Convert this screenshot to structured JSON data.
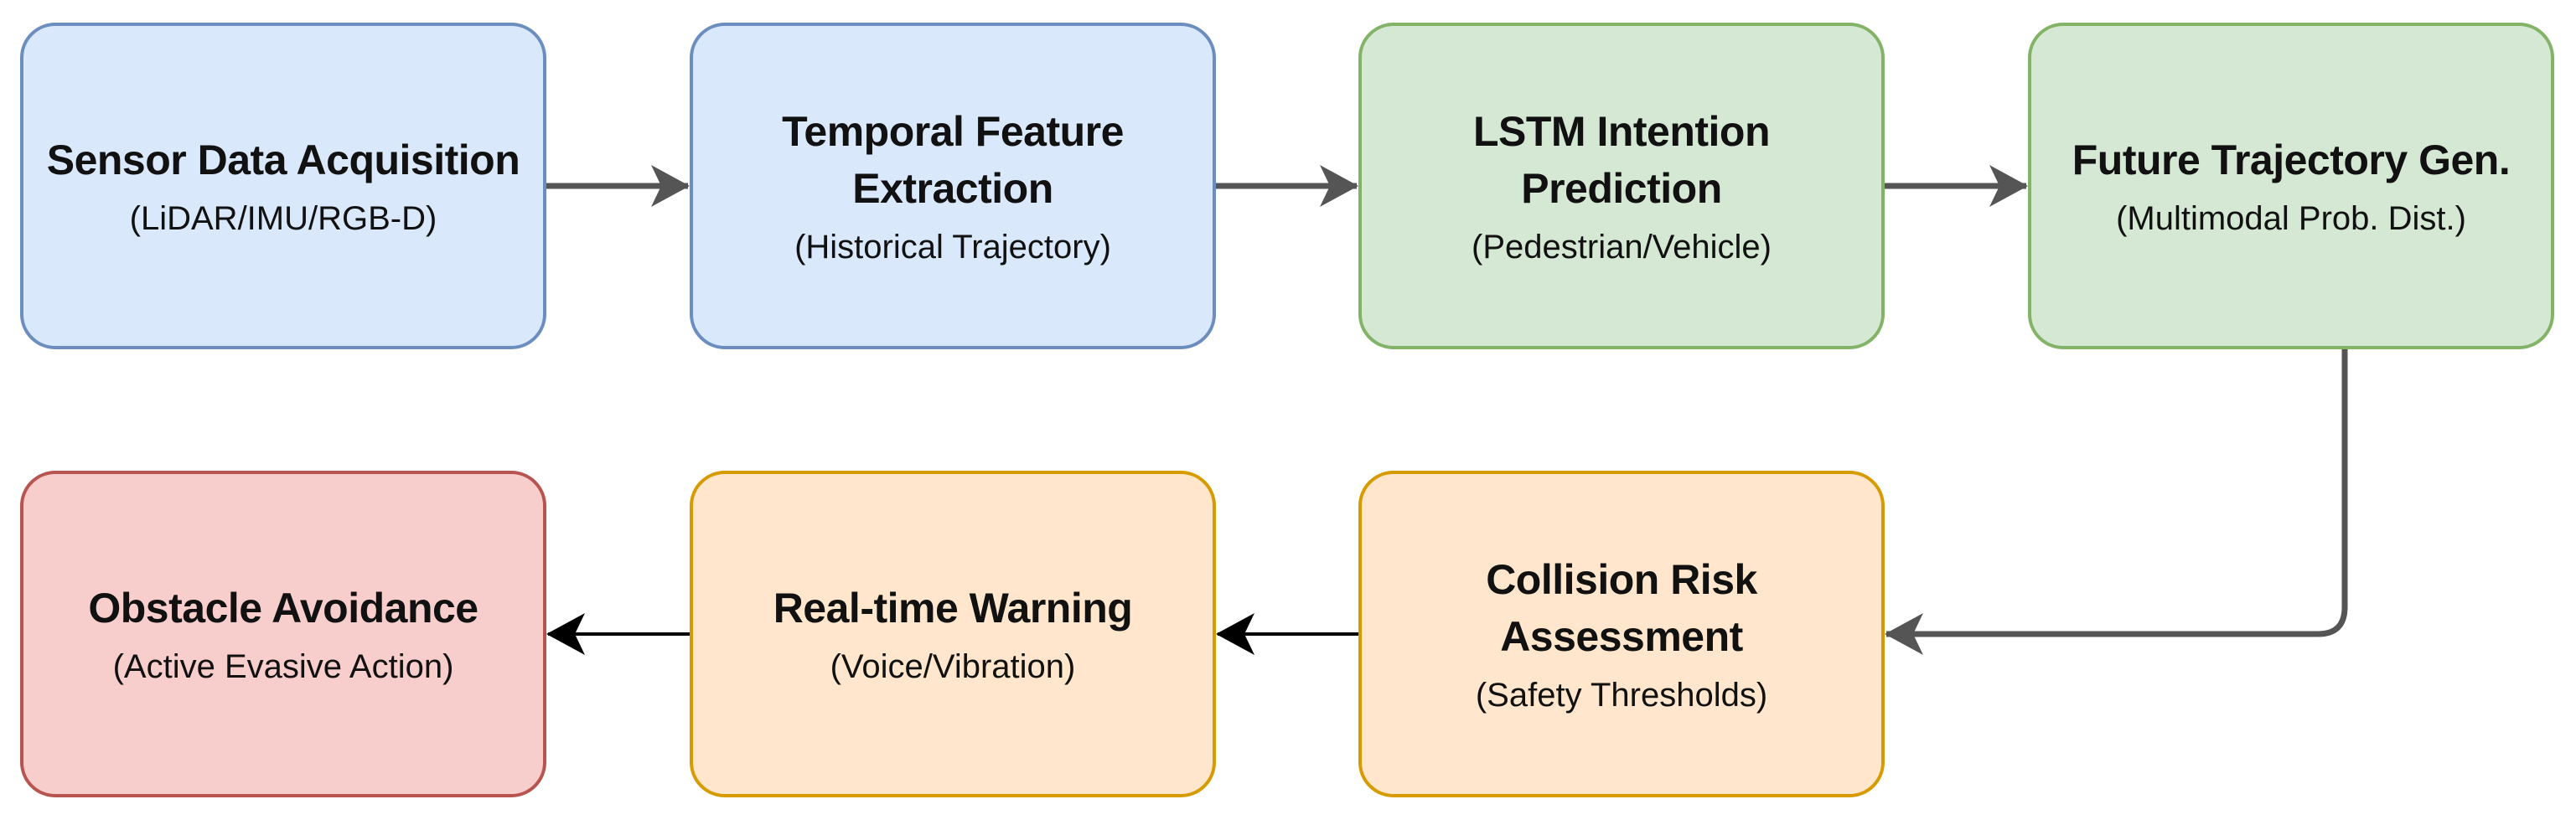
{
  "nodes": {
    "sensor": {
      "title": "Sensor Data Acquisition",
      "subtitle": "(LiDAR/IMU/RGB-D)"
    },
    "temporal": {
      "title": "Temporal Feature\nExtraction",
      "subtitle": "(Historical Trajectory)"
    },
    "lstm": {
      "title": "LSTM Intention\nPrediction",
      "subtitle": "(Pedestrian/Vehicle)"
    },
    "future": {
      "title": "Future Trajectory Gen.",
      "subtitle": "(Multimodal Prob. Dist.)"
    },
    "collision": {
      "title": "Collision Risk\nAssessment",
      "subtitle": "(Safety Thresholds)"
    },
    "warning": {
      "title": "Real-time Warning",
      "subtitle": "(Voice/Vibration)"
    },
    "avoidance": {
      "title": "Obstacle Avoidance",
      "subtitle": "(Active Evasive Action)"
    }
  },
  "edges": [
    {
      "from": "sensor",
      "to": "temporal"
    },
    {
      "from": "temporal",
      "to": "lstm"
    },
    {
      "from": "lstm",
      "to": "future"
    },
    {
      "from": "future",
      "to": "collision"
    },
    {
      "from": "collision",
      "to": "warning"
    },
    {
      "from": "warning",
      "to": "avoidance"
    }
  ],
  "colors": {
    "blue_fill": "#dae8fc",
    "blue_stroke": "#6c8ebf",
    "green_fill": "#d5e8d4",
    "green_stroke": "#82b366",
    "orange_fill": "#ffe6cc",
    "orange_stroke": "#d79b00",
    "red_fill": "#f8cecc",
    "red_stroke": "#b85450",
    "arrow_gray": "#555555",
    "arrow_black": "#000000"
  }
}
